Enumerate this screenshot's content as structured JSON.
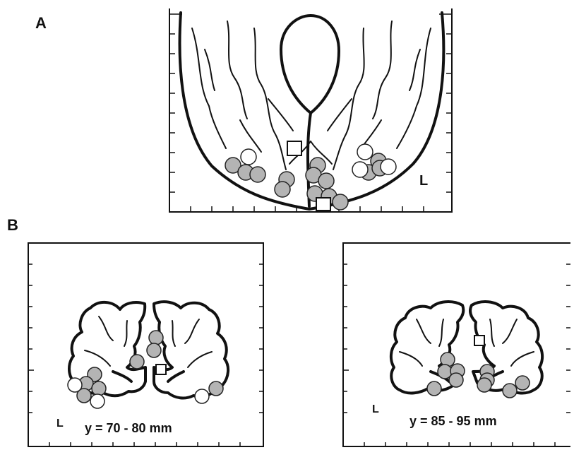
{
  "panel_a": {
    "label": "A",
    "side_label": "L"
  },
  "panel_b": {
    "label": "B",
    "left": {
      "side_label": "L",
      "range_label": "y = 70 - 80 mm"
    },
    "right": {
      "side_label": "L",
      "range_label": "y = 85 - 95 mm"
    }
  },
  "colors": {
    "activation_gray": "#b4b4b4",
    "activation_white": "#ffffff",
    "ink": "#111111"
  }
}
